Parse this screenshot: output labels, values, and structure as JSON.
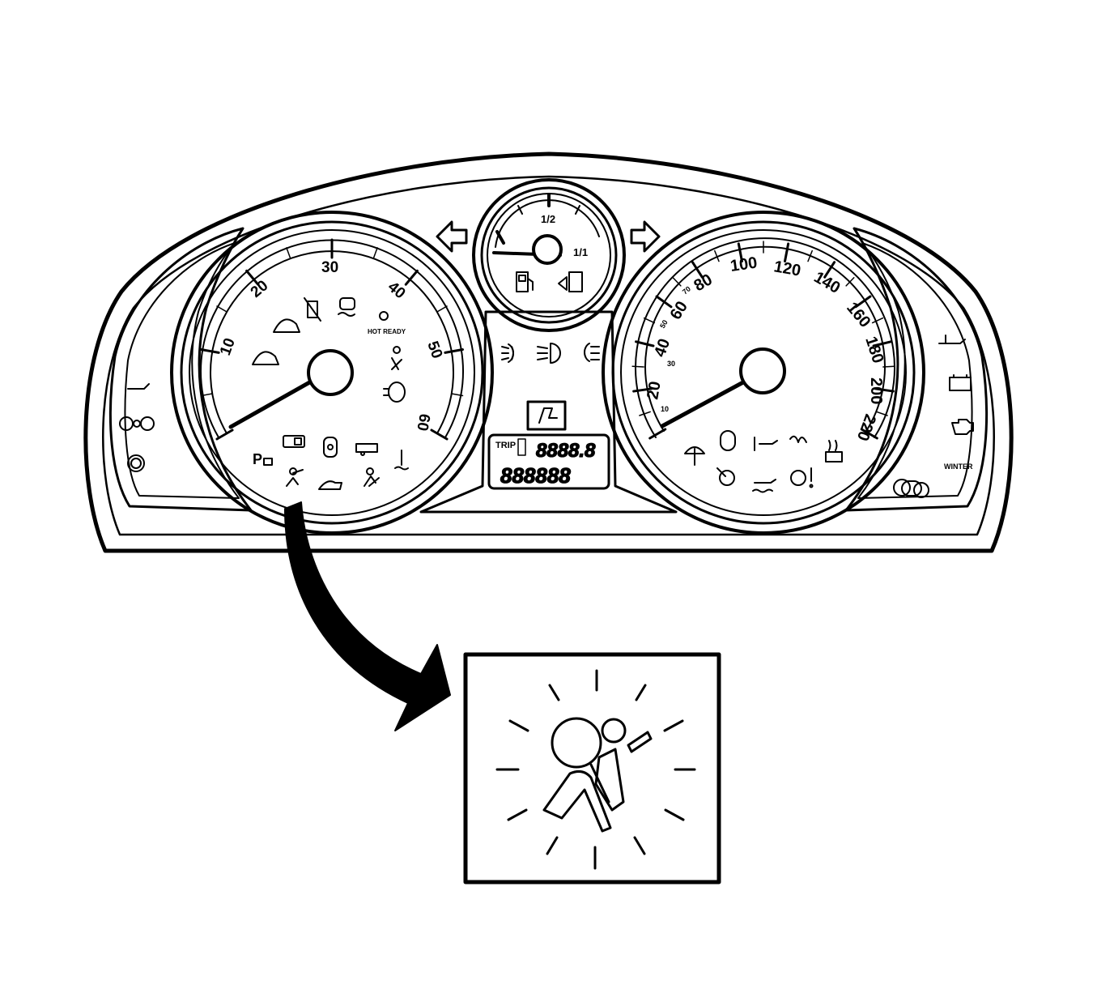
{
  "tachometer": {
    "scale_labels": [
      "10",
      "20",
      "30",
      "40",
      "50",
      "60"
    ],
    "hot_ready_label": "HOT READY"
  },
  "fuel_gauge": {
    "half_label": "1/2",
    "full_label": "1/1"
  },
  "speedometer": {
    "major_labels": [
      "20",
      "40",
      "60",
      "80",
      "100",
      "120",
      "140",
      "160",
      "180",
      "200",
      "220"
    ],
    "minor_labels": [
      "10",
      "30",
      "50",
      "70"
    ]
  },
  "info_display": {
    "trip_label": "TRIP",
    "trip_digits": "8888.8",
    "odometer_digits": "888888"
  },
  "right_panel": {
    "winter_label": "WINTER"
  },
  "callout": {
    "highlighted_indicator": "airbag-warning-icon"
  },
  "colors": {
    "line": "#000000",
    "background": "#ffffff"
  }
}
